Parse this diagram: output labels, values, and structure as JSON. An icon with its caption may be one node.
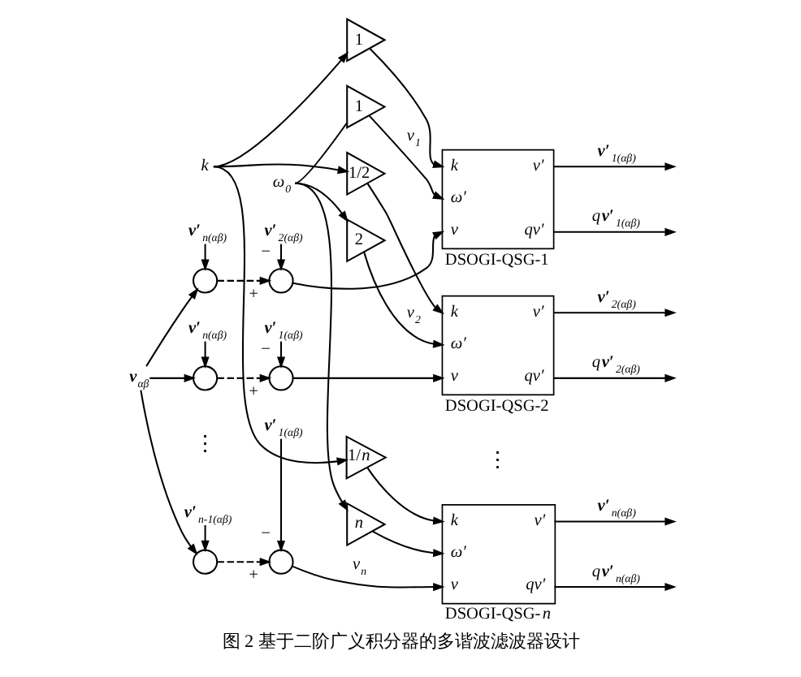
{
  "diagram": {
    "caption": "图 2 基于二阶广义积分器的多谐波滤波器设计",
    "nodes": [
      {
        "text": [
          "k"
        ]
      },
      {
        "text": [
          "ω$_{0}$"
        ]
      },
      {
        "text": [
          "1"
        ]
      },
      {
        "text": [
          "k",
          "v′",
          "ω′",
          "v",
          "qv′",
          "DSOGI-QSG-1"
        ]
      },
      {
        "text": [
          "**v′**$_{n(αβ)}$"
        ]
      },
      {
        "text": [
          "**v′**$_{2(αβ)}$"
        ]
      },
      {
        "text": [
          "1"
        ]
      },
      {
        "text": [],
        "shape": "circle"
      },
      {
        "text": [],
        "shape": "circle"
      },
      {
        "text": [
          "1/2"
        ]
      },
      {
        "text": [
          "k",
          "v′",
          "ω′",
          "v",
          "qv′",
          "DSOGI-QSG-2"
        ]
      },
      {
        "text": [
          "**v′**$_{n(αβ)}$"
        ]
      },
      {
        "text": [
          "**v′**$_{1(αβ)}$"
        ]
      },
      {
        "text": [
          "2"
        ]
      },
      {
        "text": [
          "**v**$_{αβ}$"
        ]
      },
      {
        "text": [],
        "shape": "circle"
      },
      {
        "text": [],
        "shape": "circle"
      },
      {
        "text": [
          "1/*n*"
        ]
      },
      {
        "text": [
          "k",
          "v′",
          "ω′",
          "v",
          "qv′",
          "DSOGI-QSG-*n*"
        ]
      },
      {
        "text": [
          "n"
        ]
      },
      {
        "text": [
          "**v′**$_{n-1(αβ)}$"
        ]
      },
      {
        "text": [
          "**v′**$_{1(αβ)}$"
        ]
      },
      {
        "text": [],
        "shape": "circle"
      },
      {
        "text": [],
        "shape": "circle"
      }
    ],
    "edges": [
      {
        "from": 0,
        "to": 2,
        "arrow": "to"
      },
      {
        "from": 0,
        "to": 9,
        "arrow": "to"
      },
      {
        "from": 0,
        "to": 17,
        "arrow": "to"
      },
      {
        "from": 1,
        "to": 6,
        "arrow": "none"
      },
      {
        "from": 1,
        "to": 13,
        "arrow": "to"
      },
      {
        "from": 1,
        "to": 19,
        "arrow": "to"
      },
      {
        "from": 2,
        "to": 3,
        "arrow": "to"
      },
      {
        "from": 6,
        "to": 3,
        "arrow": "to",
        "label": "v$_{1}$"
      },
      {
        "from": 3,
        "to": null,
        "arrow": "to",
        "label": "**v′**$_{1(αβ)}$"
      },
      {
        "from": 3,
        "to": null,
        "arrow": "to",
        "label": "q**v′**$_{1(αβ)}$"
      },
      {
        "from": 4,
        "to": 7,
        "arrow": "to"
      },
      {
        "from": 5,
        "to": 8,
        "arrow": "to",
        "label": "−"
      },
      {
        "from": 14,
        "to": 7,
        "arrow": "to"
      },
      {
        "from": 7,
        "to": 8,
        "arrow": "to",
        "style": "dashed",
        "label": "+"
      },
      {
        "from": 8,
        "to": 3,
        "arrow": "to"
      },
      {
        "from": 9,
        "to": 10,
        "arrow": "to"
      },
      {
        "from": 13,
        "to": 10,
        "arrow": "to",
        "label": "v$_{2}$"
      },
      {
        "from": 10,
        "to": null,
        "arrow": "to",
        "label": "**v′**$_{2(αβ)}$"
      },
      {
        "from": 10,
        "to": null,
        "arrow": "to",
        "label": "q**v′**$_{2(αβ)}$"
      },
      {
        "from": 11,
        "to": 15,
        "arrow": "to"
      },
      {
        "from": 12,
        "to": 16,
        "arrow": "to",
        "label": "−"
      },
      {
        "from": 14,
        "to": 15,
        "arrow": "to"
      },
      {
        "from": 15,
        "to": 16,
        "arrow": "to",
        "style": "dashed",
        "label": "+"
      },
      {
        "from": 16,
        "to": 10,
        "arrow": "to"
      },
      {
        "from": 17,
        "to": 18,
        "arrow": "to"
      },
      {
        "from": 19,
        "to": 18,
        "arrow": "to"
      },
      {
        "from": 18,
        "to": null,
        "arrow": "to",
        "label": "**v′**$_{n(αβ)}$"
      },
      {
        "from": 18,
        "to": null,
        "arrow": "to",
        "label": "q**v′**$_{n(αβ)}$"
      },
      {
        "from": 20,
        "to": 22,
        "arrow": "to"
      },
      {
        "from": 21,
        "to": 23,
        "arrow": "to",
        "label": "−"
      },
      {
        "from": 14,
        "to": 22,
        "arrow": "to"
      },
      {
        "from": 22,
        "to": 23,
        "arrow": "to",
        "style": "dashed",
        "label": "+"
      },
      {
        "from": 23,
        "to": 18,
        "arrow": "to",
        "label": "v$_{n}$"
      }
    ],
    "labels": [
      "⋮",
      "⋮"
    ]
  }
}
